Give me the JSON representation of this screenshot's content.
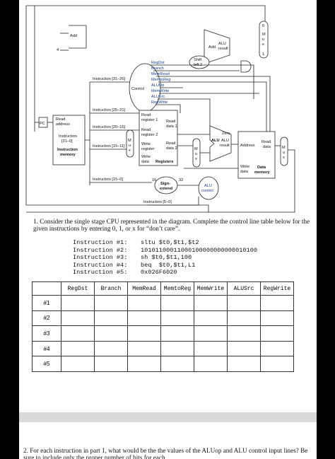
{
  "diagram": {
    "add_top": "Add",
    "add_alu": "Add",
    "alu_result_top": "ALU\nresult",
    "shift_left": "Shift\nleft 2",
    "mux_letters": "M u x",
    "mux_top_0": "0",
    "mux_top_1": "1",
    "four": "4",
    "pc": "PC",
    "im_read_address": "Read\naddress",
    "im_instruction": "Instruction\n[31–0]",
    "im_title": "Instruction\nmemory",
    "control": "Control",
    "control_signals": [
      "RegDst",
      "Branch",
      "MemRead",
      "MemtoReg",
      "ALUOp",
      "MemWrite",
      "ALUSrc",
      "RegWrite"
    ],
    "instr_31_26": "Instruction [31–26]",
    "instr_25_21": "Instruction [25–21]",
    "instr_20_16": "Instruction [20–16]",
    "instr_15_11": "Instruction [15–11]",
    "instr_15_0": "Instruction [15–0]",
    "instr_5_0": "Instruction [5–0]",
    "rf_read_reg1": "Read\nregister 1",
    "rf_read_reg2": "Read\nregister 2",
    "rf_write_reg": "Write\nregister",
    "rf_write_data": "Write\ndata",
    "rf_read_data1": "Read\ndata 1",
    "rf_read_data2": "Read\ndata 2",
    "rf_title": "Registers",
    "sign_extend": "Sign-\nextend",
    "bits_16": "16",
    "bits_32": "32",
    "alu_control": "ALU\ncontrol",
    "zero": "Zero",
    "alu": "ALU",
    "alu_result": "ALU\nresult",
    "dm_address": "Address",
    "dm_read_data": "Read\ndata",
    "dm_write_data": "Write\ndata",
    "dm_title": "Data\nmemory",
    "mux0": "0",
    "mux1": "1"
  },
  "question1": "1. Consider the single stage CPU represented in the diagram. Complete the control line table below for the given instructions by entering 0, 1, or x for “don’t care”.",
  "instructions": [
    {
      "label": "Instruction #1:",
      "value": "sltu $t0,$t1,$t2"
    },
    {
      "label": "Instruction #2:",
      "value": "10101100011000100000000000010100"
    },
    {
      "label": "Instruction #3:",
      "value": "sh $t0,$t1,100"
    },
    {
      "label": "Instruction #4:",
      "value": "beq  $t0,$t1,L1"
    },
    {
      "label": "Instruction #5:",
      "value": "0x026F6020"
    }
  ],
  "table": {
    "headers": [
      "",
      "RegDst",
      "Branch",
      "MemRead",
      "MemtoReg",
      "MemWrite",
      "ALUSrc",
      "RegWrite"
    ],
    "rows": [
      "#1",
      "#2",
      "#3",
      "#4",
      "#5"
    ]
  },
  "question2": "2. For each instruction in part 1, what would be the the values of the ALUop and ALU control input lines? Be sure to include only the proper number of bits for each"
}
